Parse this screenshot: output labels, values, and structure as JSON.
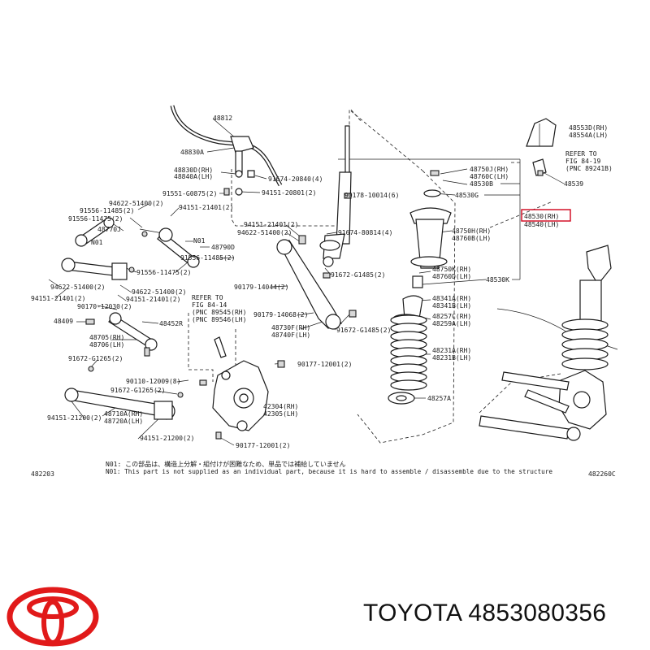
{
  "colors": {
    "ink": "#1a1a1a",
    "highlight": "#d0021b",
    "brand_red": "#e11a1a"
  },
  "labels": {
    "p48812": "48812",
    "p48830a": "48830A",
    "p48830d": "48830D(RH)",
    "p48840a": "48840A(LH)",
    "p91674_20840": "91674-20840(4)",
    "p91551_g0875": "91551-G0875(2)",
    "p94151_20801": "94151-20801(2)",
    "p94622_51400_top": "94622-51400(2)",
    "p94151_21401_top": "94151-21401(2)",
    "p91556_11485_a": "91556-11485(2)",
    "p91556_11475_a": "91556-11475(2)",
    "p48770j": "48770J",
    "n01_a": "N01",
    "n01_b": "N01",
    "p48790d": "48790D",
    "p91556_11475_b": "91556-11475(2)",
    "p94622_51400_left": "94622-51400(2)",
    "p94151_21401_left": "94151-21401(2)",
    "p94622_51400_mid": "94622-51400(2)",
    "p94151_21401_mid": "94151-21401(2)",
    "p90170_12030": "90170-12030(2)",
    "p48409": "48409",
    "p48452r": "48452R",
    "p48705": "48705(RH)",
    "p48706": "48706(LH)",
    "p91672_g1265_a": "91672-G1265(2)",
    "p90110_12009": "90110-12009(8)",
    "p91672_g1265_b": "91672-G1265(2)",
    "p94151_21200_a": "94151-21200(2)",
    "p48710a": "48710A(RH)",
    "p48720a": "48720A(LH)",
    "p94151_21200_b": "94151-21200(2)",
    "p91556_11485_b": "91556-11485(2)",
    "p90179_14044": "90179-14044(2)",
    "p90179_14068": "90179-14068(2)",
    "p48730f": "48730F(RH)",
    "p48740f": "48740F(LH)",
    "p91672_g1485_b": "91672-G1485(2)",
    "p90177_12001_a": "90177-12001(2)",
    "p42304": "42304(RH)",
    "p42305": "42305(LH)",
    "p90177_12001_b": "90177-12001(2)",
    "p94151_21401_c": "94151-21401(2)",
    "p94622_51400_c": "94622-51400(2)",
    "p91674_80814": "91674-80814(4)",
    "p91672_g1485_a": "91672-G1485(2)",
    "p90178_10014": "90178-10014(6)",
    "p48750j": "48750J(RH)",
    "p48760c": "48760C(LH)",
    "p48530b": "48530B",
    "p48530g": "48530G",
    "p48750h": "48750H(RH)",
    "p48760b": "48760B(LH)",
    "p48750k": "48750K(RH)",
    "p48760d": "48760D(LH)",
    "p48530k": "48530K",
    "p48341a": "48341A(RH)",
    "p48341b": "48341B(LH)",
    "p48257c": "48257C(RH)",
    "p48259a": "48259A(LH)",
    "p48231a": "48231A(RH)",
    "p48231b": "48231B(LH)",
    "p48257a": "48257A",
    "p48553d": "48553D(RH)",
    "p48554a": "48554A(LH)",
    "p48539": "48539",
    "p48530rh": "48530(RH)",
    "p48540lh": "48540(LH)"
  },
  "refer_fig_top": [
    "REFER TO",
    "FIG 84-19",
    "(PNC 89241B)"
  ],
  "refer_fig_left": [
    "REFER TO",
    "FIG 84-14",
    "(PNC 89545(RH)",
    "(PNC 89546(LH)"
  ],
  "notes": {
    "line1": "N01: この部品は、構造上分解・組付けが困難なため、単品では補給していません",
    "line2": "N01: This part is not supplied as an individual part, because it is hard to assemble / disassemble due to the structure"
  },
  "codes": {
    "left": "482203",
    "right": "482260C"
  },
  "brand": {
    "text": "TOYOTA 4853080356",
    "logo_icon": "toyota-logo-icon"
  }
}
